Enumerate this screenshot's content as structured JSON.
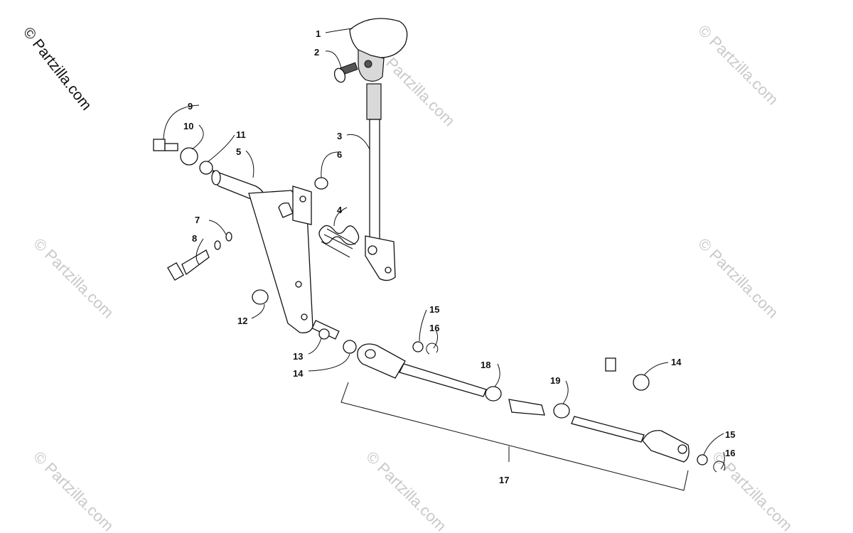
{
  "watermark": {
    "main": "© Partzilla.com",
    "repeat": "© Partzilla.com"
  },
  "callouts": [
    "1",
    "2",
    "3",
    "4",
    "5",
    "6",
    "7",
    "8",
    "9",
    "10",
    "11",
    "12",
    "13",
    "14",
    "14",
    "15",
    "15",
    "16",
    "16",
    "17",
    "18",
    "19"
  ]
}
